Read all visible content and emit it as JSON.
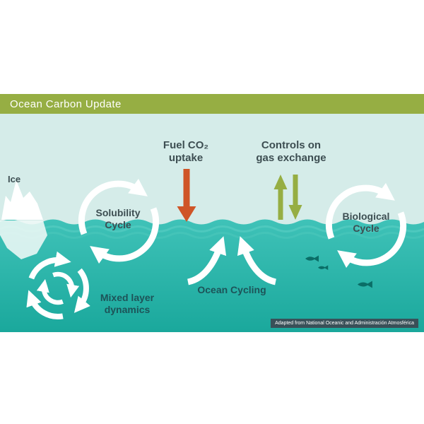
{
  "header": {
    "title": "Ocean Carbon Update",
    "bg_color": "#96ae43"
  },
  "labels": {
    "ice": "Ice",
    "solubility": [
      "Solubility",
      "Cycle"
    ],
    "fuel": [
      "Fuel CO₂",
      "uptake"
    ],
    "controls": [
      "Controls on",
      "gas exchange"
    ],
    "biological": [
      "Biological",
      "Cycle"
    ],
    "mixed": [
      "Mixed layer",
      "dynamics"
    ],
    "ocean_cycling": "Ocean Cycling"
  },
  "attribution": {
    "text": "Adapted from National Oceanic and Administración Atmosférica"
  },
  "icons": {
    "solubility_cycle": "circular-arrows",
    "biological_cycle": "circular-arrows",
    "mixed_layer": "swirl-arrows",
    "ocean_cycling": "upwelling-arrows",
    "fuel_uptake": "down-arrow-orange",
    "gas_exchange_up": "up-arrow-green",
    "gas_exchange_down": "down-arrow-green",
    "iceberg": "iceberg",
    "fish": "fish-silhouette"
  },
  "colors": {
    "header_green": "#96ae43",
    "sky": "#d5ece9",
    "ocean_top": "#3fc2b8",
    "ocean_bottom": "#1aa89c",
    "fuel_arrow_orange": "#cf5527",
    "gas_arrow_green": "#96ae43",
    "cycle_arrow_white": "#ffffff",
    "fish_dark_teal": "#0a6e67",
    "label_dark": "#3d4e52"
  }
}
